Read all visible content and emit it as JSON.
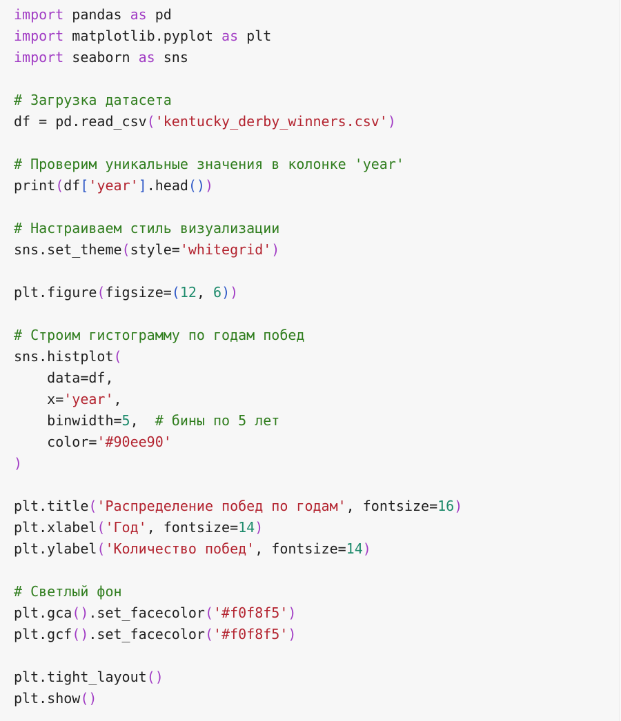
{
  "colors": {
    "background": "#f7f7f7",
    "keyword": "#a13cc4",
    "string": "#b3232f",
    "comment": "#2f7d1d",
    "number": "#1d8a6b",
    "paren_level_1": "#a13cc4",
    "paren_level_2": "#2e58c7",
    "default": "#1f1f1f"
  },
  "code_block": {
    "language": "python",
    "lines": [
      [
        {
          "t": "kw",
          "v": "import"
        },
        {
          "t": "id",
          "v": " pandas "
        },
        {
          "t": "kw",
          "v": "as"
        },
        {
          "t": "id",
          "v": " pd"
        }
      ],
      [
        {
          "t": "kw",
          "v": "import"
        },
        {
          "t": "id",
          "v": " matplotlib.pyplot "
        },
        {
          "t": "kw",
          "v": "as"
        },
        {
          "t": "id",
          "v": " plt"
        }
      ],
      [
        {
          "t": "kw",
          "v": "import"
        },
        {
          "t": "id",
          "v": " seaborn "
        },
        {
          "t": "kw",
          "v": "as"
        },
        {
          "t": "id",
          "v": " sns"
        }
      ],
      [],
      [
        {
          "t": "cmt",
          "v": "# Загрузка датасета"
        }
      ],
      [
        {
          "t": "id",
          "v": "df = pd.read_csv"
        },
        {
          "t": "p1",
          "v": "("
        },
        {
          "t": "str",
          "v": "'kentucky_derby_winners.csv'"
        },
        {
          "t": "p1",
          "v": ")"
        }
      ],
      [],
      [
        {
          "t": "cmt",
          "v": "# Проверим уникальные значения в колонке 'year'"
        }
      ],
      [
        {
          "t": "id",
          "v": "print"
        },
        {
          "t": "p1",
          "v": "("
        },
        {
          "t": "id",
          "v": "df"
        },
        {
          "t": "p2",
          "v": "["
        },
        {
          "t": "str",
          "v": "'year'"
        },
        {
          "t": "p2",
          "v": "]"
        },
        {
          "t": "id",
          "v": ".head"
        },
        {
          "t": "p2",
          "v": "()"
        },
        {
          "t": "p1",
          "v": ")"
        }
      ],
      [],
      [
        {
          "t": "cmt",
          "v": "# Настраиваем стиль визуализации"
        }
      ],
      [
        {
          "t": "id",
          "v": "sns.set_theme"
        },
        {
          "t": "p1",
          "v": "("
        },
        {
          "t": "id",
          "v": "style="
        },
        {
          "t": "str",
          "v": "'whitegrid'"
        },
        {
          "t": "p1",
          "v": ")"
        }
      ],
      [],
      [
        {
          "t": "id",
          "v": "plt.figure"
        },
        {
          "t": "p1",
          "v": "("
        },
        {
          "t": "id",
          "v": "figsize="
        },
        {
          "t": "p2",
          "v": "("
        },
        {
          "t": "num",
          "v": "12"
        },
        {
          "t": "id",
          "v": ", "
        },
        {
          "t": "num",
          "v": "6"
        },
        {
          "t": "p2",
          "v": ")"
        },
        {
          "t": "p1",
          "v": ")"
        }
      ],
      [],
      [
        {
          "t": "cmt",
          "v": "# Строим гистограмму по годам побед"
        }
      ],
      [
        {
          "t": "id",
          "v": "sns.histplot"
        },
        {
          "t": "p1",
          "v": "("
        }
      ],
      [
        {
          "t": "id",
          "v": "    data=df,"
        }
      ],
      [
        {
          "t": "id",
          "v": "    x="
        },
        {
          "t": "str",
          "v": "'year'"
        },
        {
          "t": "id",
          "v": ","
        }
      ],
      [
        {
          "t": "id",
          "v": "    binwidth="
        },
        {
          "t": "num",
          "v": "5"
        },
        {
          "t": "id",
          "v": ",  "
        },
        {
          "t": "cmt",
          "v": "# бины по 5 лет"
        }
      ],
      [
        {
          "t": "id",
          "v": "    color="
        },
        {
          "t": "str",
          "v": "'#90ee90'"
        }
      ],
      [
        {
          "t": "p1",
          "v": ")"
        }
      ],
      [],
      [
        {
          "t": "id",
          "v": "plt.title"
        },
        {
          "t": "p1",
          "v": "("
        },
        {
          "t": "str",
          "v": "'Распределение побед по годам'"
        },
        {
          "t": "id",
          "v": ", fontsize="
        },
        {
          "t": "num",
          "v": "16"
        },
        {
          "t": "p1",
          "v": ")"
        }
      ],
      [
        {
          "t": "id",
          "v": "plt.xlabel"
        },
        {
          "t": "p1",
          "v": "("
        },
        {
          "t": "str",
          "v": "'Год'"
        },
        {
          "t": "id",
          "v": ", fontsize="
        },
        {
          "t": "num",
          "v": "14"
        },
        {
          "t": "p1",
          "v": ")"
        }
      ],
      [
        {
          "t": "id",
          "v": "plt.ylabel"
        },
        {
          "t": "p1",
          "v": "("
        },
        {
          "t": "str",
          "v": "'Количество побед'"
        },
        {
          "t": "id",
          "v": ", fontsize="
        },
        {
          "t": "num",
          "v": "14"
        },
        {
          "t": "p1",
          "v": ")"
        }
      ],
      [],
      [
        {
          "t": "cmt",
          "v": "# Светлый фон"
        }
      ],
      [
        {
          "t": "id",
          "v": "plt.gca"
        },
        {
          "t": "p1",
          "v": "()"
        },
        {
          "t": "id",
          "v": ".set_facecolor"
        },
        {
          "t": "p1",
          "v": "("
        },
        {
          "t": "str",
          "v": "'#f0f8f5'"
        },
        {
          "t": "p1",
          "v": ")"
        }
      ],
      [
        {
          "t": "id",
          "v": "plt.gcf"
        },
        {
          "t": "p1",
          "v": "()"
        },
        {
          "t": "id",
          "v": ".set_facecolor"
        },
        {
          "t": "p1",
          "v": "("
        },
        {
          "t": "str",
          "v": "'#f0f8f5'"
        },
        {
          "t": "p1",
          "v": ")"
        }
      ],
      [],
      [
        {
          "t": "id",
          "v": "plt.tight_layout"
        },
        {
          "t": "p1",
          "v": "()"
        }
      ],
      [
        {
          "t": "id",
          "v": "plt.show"
        },
        {
          "t": "p1",
          "v": "()"
        }
      ]
    ]
  }
}
